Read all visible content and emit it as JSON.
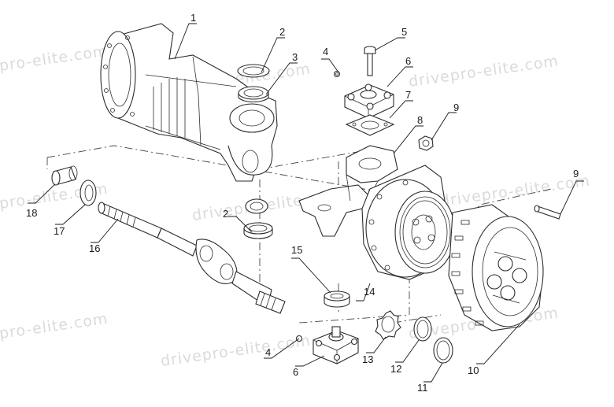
{
  "watermark": "drivepro-elite.com",
  "watermark_partial": "pro-elite.com",
  "callouts": {
    "c1": "1",
    "c2a": "2",
    "c2b": "2",
    "c3": "3",
    "c4a": "4",
    "c4b": "4",
    "c5": "5",
    "c6a": "6",
    "c6b": "6",
    "c7": "7",
    "c8": "8",
    "c9a": "9",
    "c9b": "9",
    "c10": "10",
    "c11": "11",
    "c12": "12",
    "c13": "13",
    "c14": "14",
    "c15": "15",
    "c16": "16",
    "c17": "17",
    "c18": "18"
  }
}
